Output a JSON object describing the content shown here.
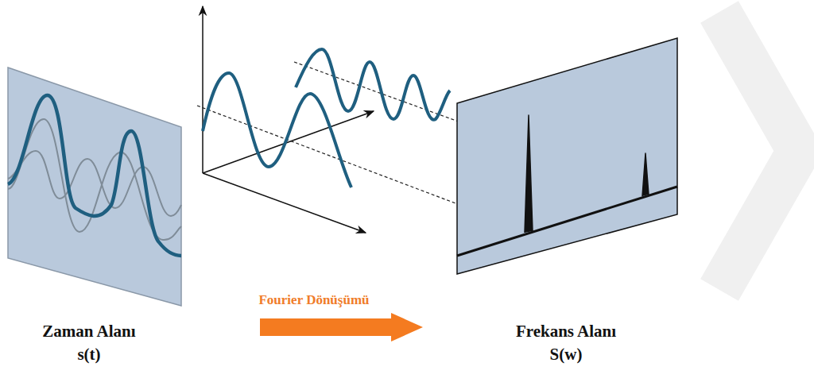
{
  "diagram": {
    "labels": [
      "Fourier Dönüşümü",
      "Zaman Alanı",
      "s(t)",
      "Frekans Alanı",
      "S(w)"
    ]
  }
}
